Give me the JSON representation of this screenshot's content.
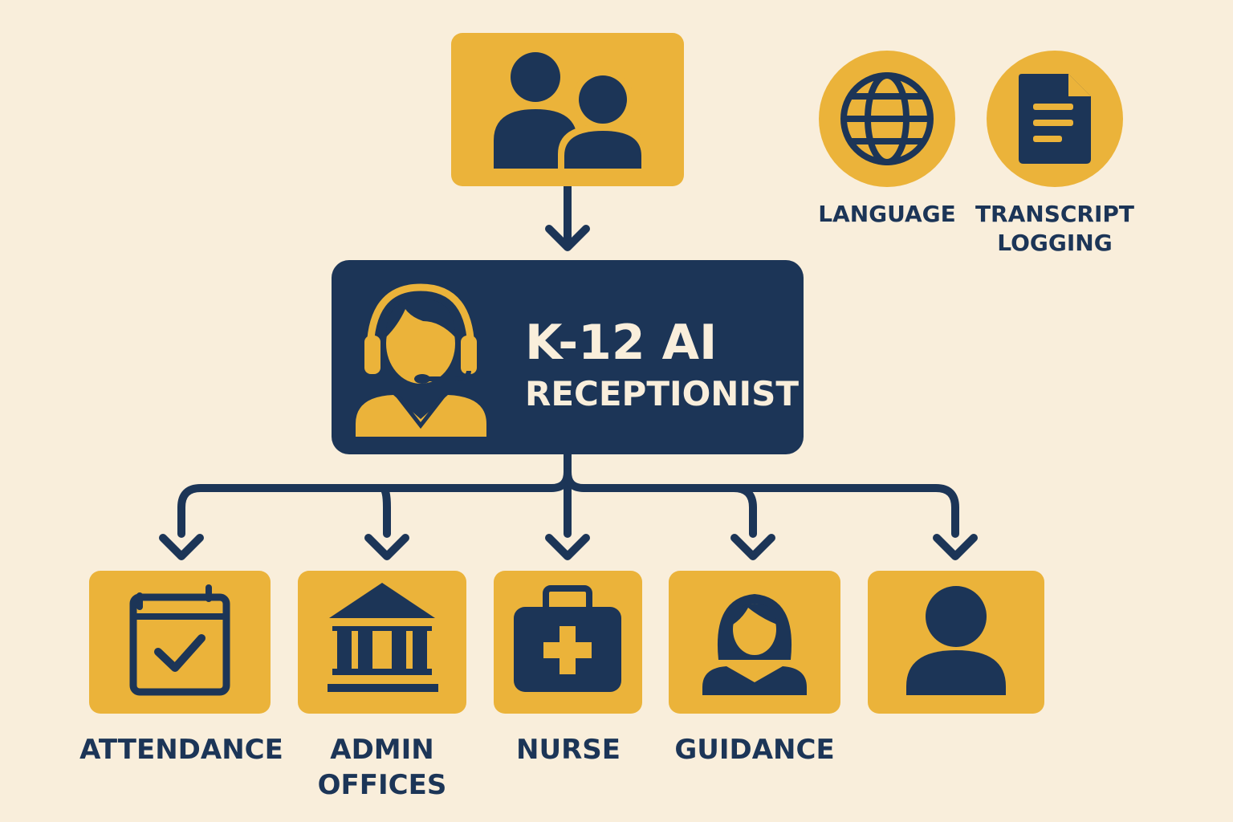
{
  "main": {
    "title_line1": "K-12 AI",
    "title_line2": "RECEPTIONIST",
    "icon": "headset-agent-icon"
  },
  "top_node": {
    "icon": "people-group-icon"
  },
  "features": [
    {
      "label": "LANGUAGE",
      "icon": "globe-icon"
    },
    {
      "label_line1": "TRANSCRIPT",
      "label_line2": "LOGGING",
      "icon": "document-icon"
    }
  ],
  "destinations": [
    {
      "label": "ATTENDANCE",
      "icon": "calendar-check-icon"
    },
    {
      "label_line1": "ADMIN",
      "label_line2": "OFFICES",
      "icon": "building-columns-icon"
    },
    {
      "label": "NURSE",
      "icon": "medical-kit-icon"
    },
    {
      "label": "GUIDANCE",
      "icon": "woman-icon"
    },
    {
      "label": "",
      "icon": "person-icon"
    }
  ],
  "colors": {
    "background": "#f9eedb",
    "accent": "#ebb33a",
    "navy": "#1c3557"
  }
}
